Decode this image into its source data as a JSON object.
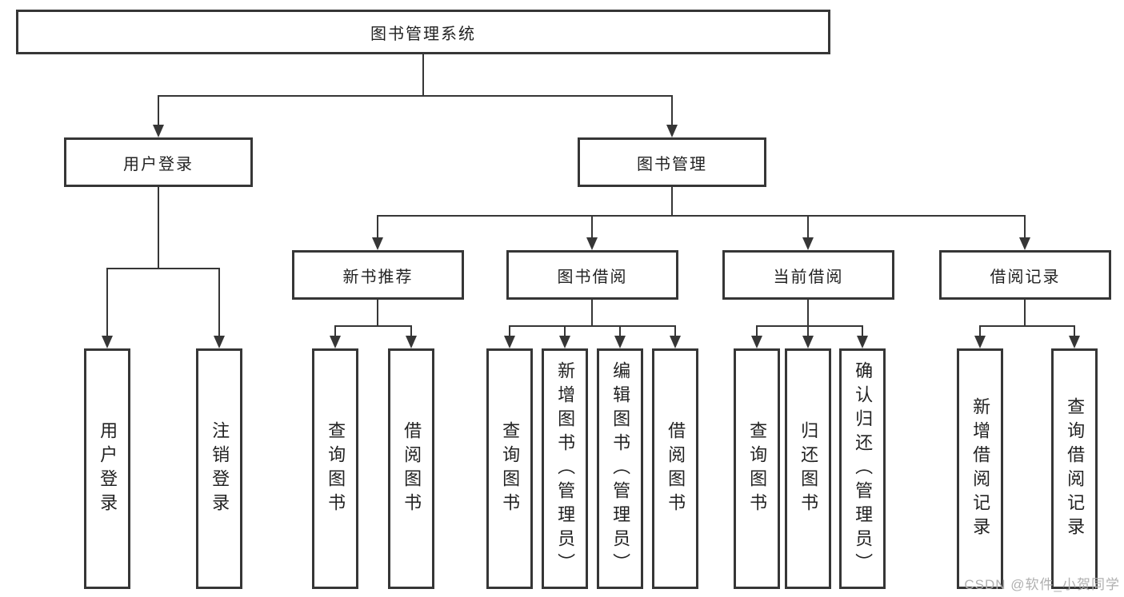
{
  "diagram": {
    "root": "图书管理系统",
    "user_login": {
      "label": "用户登录",
      "children": {
        "login": "用户登录",
        "logout": "注销登录"
      }
    },
    "book_mgmt": {
      "label": "图书管理",
      "new_book_rec": {
        "label": "新书推荐",
        "children": {
          "query_book": "查询图书",
          "borrow_book": "借阅图书"
        }
      },
      "book_borrow": {
        "label": "图书借阅",
        "children": {
          "query_book": "查询图书",
          "add_book": "新增图书（管理员）",
          "edit_book": "编辑图书（管理员）",
          "borrow_book": "借阅图书"
        }
      },
      "current_borrow": {
        "label": "当前借阅",
        "children": {
          "query_book": "查询图书",
          "return_book": "归还图书",
          "confirm_return": "确认归还（管理员）"
        }
      },
      "borrow_records": {
        "label": "借阅记录",
        "children": {
          "add_record": "新增借阅记录",
          "query_record": "查询借阅记录"
        }
      }
    }
  },
  "watermark": "CSDN @软件_小贺同学",
  "colors": {
    "line": "#363636",
    "box_border": "#363636",
    "text": "#222222",
    "watermark": "#b0b0b0",
    "background": "#ffffff"
  }
}
